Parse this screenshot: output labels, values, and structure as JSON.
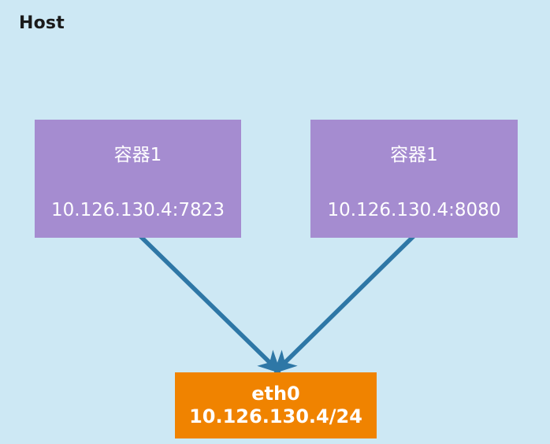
{
  "diagram": {
    "background_color": "#cde8f4",
    "host_label": "Host",
    "containers": [
      {
        "name": "容器1",
        "address": "10.126.130.4:7823",
        "color": "#a58cd0"
      },
      {
        "name": "容器1",
        "address": "10.126.130.4:8080",
        "color": "#a58cd0"
      }
    ],
    "interface": {
      "name": "eth0",
      "address": "10.126.130.4/24",
      "color": "#f08300"
    },
    "arrows": {
      "color": "#2e77a6",
      "count": 2,
      "description": "two arrows from container boxes converging to eth0"
    }
  }
}
